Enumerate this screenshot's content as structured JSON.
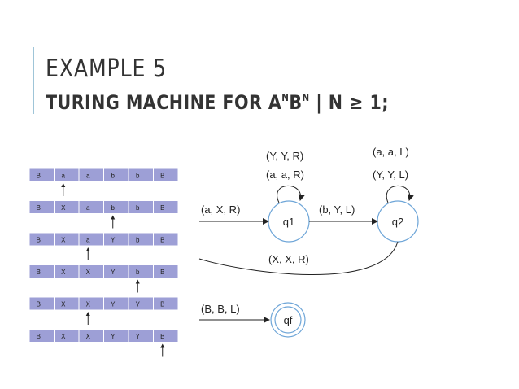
{
  "title": {
    "line1": "EXAMPLE 5",
    "line2_parts": [
      "TURING MACHINE FOR A",
      "N",
      "B",
      "N",
      " | N ≥ 1;"
    ]
  },
  "tapes": [
    {
      "cells": [
        "B",
        "a",
        "a",
        "b",
        "b",
        "B"
      ],
      "head": 1
    },
    {
      "cells": [
        "B",
        "X",
        "a",
        "b",
        "b",
        "B"
      ],
      "head": 3
    },
    {
      "cells": [
        "B",
        "X",
        "a",
        "Y",
        "b",
        "B"
      ],
      "head": 2
    },
    {
      "cells": [
        "B",
        "X",
        "X",
        "Y",
        "b",
        "B"
      ],
      "head": 4
    },
    {
      "cells": [
        "B",
        "X",
        "X",
        "Y",
        "Y",
        "B"
      ],
      "head": 2
    },
    {
      "cells": [
        "B",
        "X",
        "X",
        "Y",
        "Y",
        "B"
      ],
      "head": 5
    }
  ],
  "diagram": {
    "states": {
      "q1": "q1",
      "q2": "q2",
      "qf": "qf"
    },
    "transitions": {
      "start_q1": "(a, X, R)",
      "q1_self_a": "(Y, Y, R)",
      "q1_self_b": "(a, a, R)",
      "q1_to_q2": "(b, Y, L)",
      "q2_self_a": "(a, a, L)",
      "q2_self_b": "(Y, Y, L)",
      "q2_to_q1": "(X, X, R)",
      "start_qf": "(B, B, L)"
    }
  },
  "colors": {
    "tape_cell": "#9d9fd6",
    "state_border": "#6fa6d8",
    "accent": "#9fc5d8",
    "text": "#333333"
  }
}
